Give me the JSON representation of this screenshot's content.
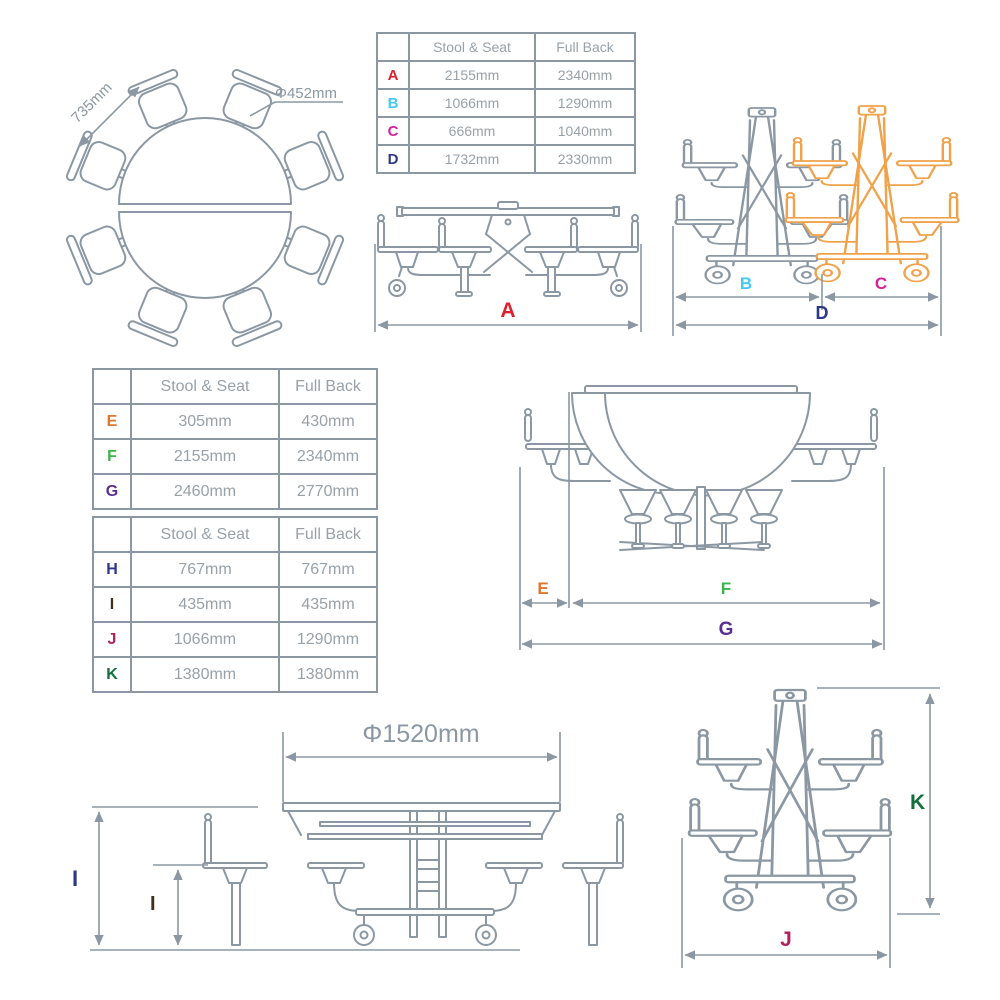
{
  "colors": {
    "line": "#8b98a3",
    "orange": "#efa24a",
    "value_text": "#98a1a8",
    "A": "#e0202e",
    "B": "#45c8f5",
    "C": "#d6219c",
    "D": "#2d3789",
    "E": "#e0762e",
    "F": "#3bb54a",
    "G": "#5c2e91",
    "H": "#2d3789",
    "I": "#42301d",
    "J": "#b3205f",
    "K": "#11703c"
  },
  "tables": {
    "abcd": {
      "headers": [
        "",
        "Stool & Seat",
        "Full Back"
      ],
      "rows": [
        {
          "label": "A",
          "stool": "2155mm",
          "full": "2340mm"
        },
        {
          "label": "B",
          "stool": "1066mm",
          "full": "1290mm"
        },
        {
          "label": "C",
          "stool": "666mm",
          "full": "1040mm"
        },
        {
          "label": "D",
          "stool": "1732mm",
          "full": "2330mm"
        }
      ]
    },
    "efg": {
      "headers": [
        "",
        "Stool & Seat",
        "Full Back"
      ],
      "rows": [
        {
          "label": "E",
          "stool": "305mm",
          "full": "430mm"
        },
        {
          "label": "F",
          "stool": "2155mm",
          "full": "2340mm"
        },
        {
          "label": "G",
          "stool": "2460mm",
          "full": "2770mm"
        }
      ]
    },
    "hijk": {
      "headers": [
        "",
        "Stool & Seat",
        "Full Back"
      ],
      "rows": [
        {
          "label": "H",
          "stool": "767mm",
          "full": "767mm"
        },
        {
          "label": "I",
          "stool": "435mm",
          "full": "435mm"
        },
        {
          "label": "J",
          "stool": "1066mm",
          "full": "1290mm"
        },
        {
          "label": "K",
          "stool": "1380mm",
          "full": "1380mm"
        }
      ]
    }
  },
  "annotations": {
    "top_view": {
      "chair_pitch": "735mm",
      "seat_diameter": "Φ452mm"
    },
    "open_side_view": {
      "width": "A"
    },
    "folded_side_view": {
      "left_width": "B",
      "right_width": "C",
      "total_width": "D"
    },
    "folding_view": {
      "edge_offset": "E",
      "inner_width": "F",
      "total_width": "G"
    },
    "front_view": {
      "table_diameter": "Φ1520mm",
      "table_height": "I",
      "seat_height": "I"
    },
    "folded_front_view": {
      "height": "K",
      "width": "J"
    }
  }
}
